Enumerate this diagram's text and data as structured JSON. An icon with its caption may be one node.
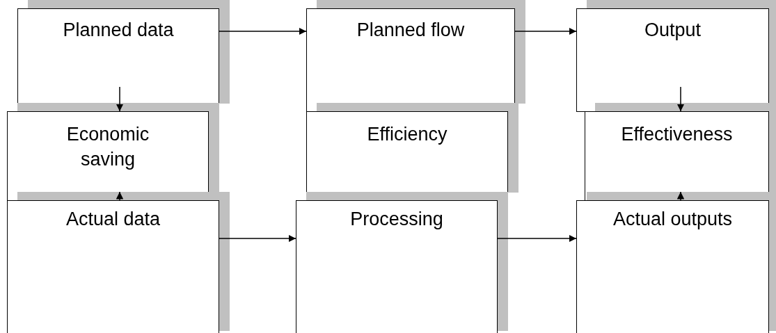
{
  "diagram": {
    "nodes": [
      {
        "text": [
          "Planned data"
        ]
      },
      {
        "text": [
          "Planned flow"
        ]
      },
      {
        "text": [
          "Output"
        ]
      },
      {
        "text": [
          "Economic saving"
        ]
      },
      {
        "text": [
          "Efficiency"
        ]
      },
      {
        "text": [
          "Effectiveness"
        ]
      },
      {
        "text": [
          "Actual data"
        ]
      },
      {
        "text": [
          "Processing"
        ]
      },
      {
        "text": [
          "Actual outputs"
        ]
      }
    ],
    "edges": [
      {
        "from": 0,
        "to": 1,
        "arrow": "to"
      },
      {
        "from": 1,
        "to": 2,
        "arrow": "to"
      },
      {
        "from": 6,
        "to": 7,
        "arrow": "to"
      },
      {
        "from": 7,
        "to": 8,
        "arrow": "to"
      },
      {
        "from": 0,
        "to": 3,
        "arrow": "to"
      },
      {
        "from": 6,
        "to": 3,
        "arrow": "to"
      },
      {
        "from": 2,
        "to": 5,
        "arrow": "to"
      },
      {
        "from": 8,
        "to": 5,
        "arrow": "to"
      }
    ]
  }
}
